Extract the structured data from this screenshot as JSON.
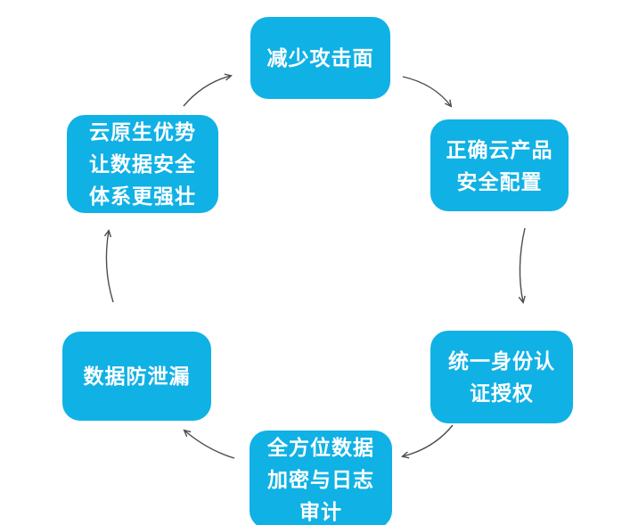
{
  "diagram": {
    "title": "cloud-native-data-security-cycle",
    "background_color": "#ffffff",
    "node_fill_color": "#10b1e5",
    "node_text_color": "#ffffff",
    "arrow_color": "#4d4d4d",
    "nodes": [
      {
        "id": "reduce-attack-surface",
        "lines": [
          "减少攻击面"
        ]
      },
      {
        "id": "correct-cloud-product-config",
        "lines": [
          "正确云产品",
          "安全配置"
        ]
      },
      {
        "id": "unified-identity-auth",
        "lines": [
          "统一身份认",
          "证授权"
        ]
      },
      {
        "id": "data-encryption-log-audit",
        "lines": [
          "全方位数据",
          "加密与日志",
          "审计"
        ]
      },
      {
        "id": "data-leak-prevention",
        "lines": [
          "数据防泄漏"
        ]
      },
      {
        "id": "cloud-native-advantage",
        "lines": [
          "云原生优势",
          "让数据安全",
          "体系更强壮"
        ]
      }
    ],
    "edges": [
      {
        "from": "cloud-native-advantage",
        "to": "reduce-attack-surface"
      },
      {
        "from": "reduce-attack-surface",
        "to": "correct-cloud-product-config"
      },
      {
        "from": "correct-cloud-product-config",
        "to": "unified-identity-auth"
      },
      {
        "from": "unified-identity-auth",
        "to": "data-encryption-log-audit"
      },
      {
        "from": "data-encryption-log-audit",
        "to": "data-leak-prevention"
      },
      {
        "from": "data-leak-prevention",
        "to": "cloud-native-advantage"
      }
    ]
  }
}
